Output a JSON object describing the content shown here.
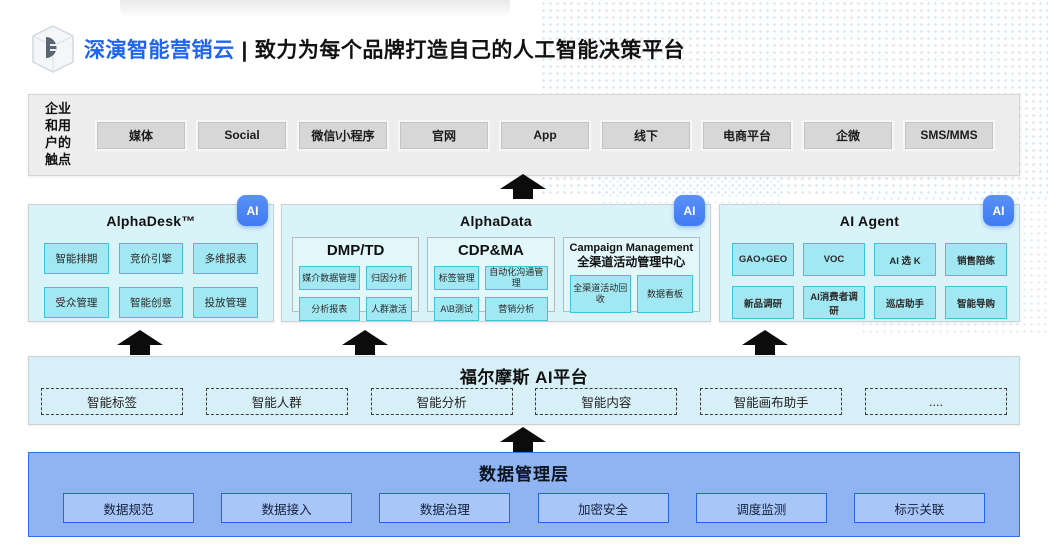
{
  "header": {
    "logo_icon": "cube-chat-logo",
    "brand": "深演智能营销云",
    "separator": "|",
    "tagline": "致力为每个品牌打造自己的人工智能决策平台",
    "brand_color": "#2065f0"
  },
  "touchpoints": {
    "label_lines": [
      "企业",
      "和用",
      "户的",
      "触点"
    ],
    "items": [
      "媒体",
      "Social",
      "微信\\小程序",
      "官网",
      "App",
      "线下",
      "电商平台",
      "企微",
      "SMS/MMS"
    ]
  },
  "ai_badge_label": "AI",
  "alphadesk": {
    "title": "AlphaDesk™",
    "items": [
      "智能排期",
      "竞价引擎",
      "多维报表",
      "受众管理",
      "智能创意",
      "投放管理"
    ]
  },
  "alphadata": {
    "title": "AlphaData",
    "dmp": {
      "title": "DMP/TD",
      "items": [
        "媒介数据管理",
        "归因分析",
        "分析报表",
        "人群激活"
      ]
    },
    "cdp": {
      "title": "CDP&MA",
      "items": [
        "标签管理",
        "自动化沟通管理",
        "A\\B测试",
        "营销分析"
      ]
    },
    "campaign": {
      "title_en": "Campaign Management",
      "title_zh": "全渠道活动管理中心",
      "items": [
        "全渠道活动回收",
        "数据看板"
      ]
    }
  },
  "ai_agent": {
    "title": "AI Agent",
    "items": [
      "GAO+GEO",
      "VOC",
      "AI 选 K",
      "销售陪练",
      "新品调研",
      "AI消费者调研",
      "巡店助手",
      "智能导购"
    ]
  },
  "holmes": {
    "title": "福尔摩斯 AI平台",
    "items": [
      "智能标签",
      "智能人群",
      "智能分析",
      "智能内容",
      "智能画布助手",
      "...."
    ]
  },
  "data_layer": {
    "title": "数据管理层",
    "items": [
      "数据规范",
      "数据接入",
      "数据治理",
      "加密安全",
      "调度监测",
      "标示关联"
    ]
  },
  "colors": {
    "brand_blue": "#2065f0",
    "panel_cyan": "#d9f4f9",
    "item_cyan": "#a2e8f2",
    "item_cyan_border": "#3fc2da",
    "ai_badge_blue": "#4a87f5",
    "data_layer_blue": "#90b4f2",
    "data_item_blue": "#a9c6f8",
    "data_border_blue": "#2563eb",
    "arrow_black": "#0c0c0c",
    "touchbar_gray": "#ededee",
    "touch_button_gray": "#d7d7d8"
  }
}
